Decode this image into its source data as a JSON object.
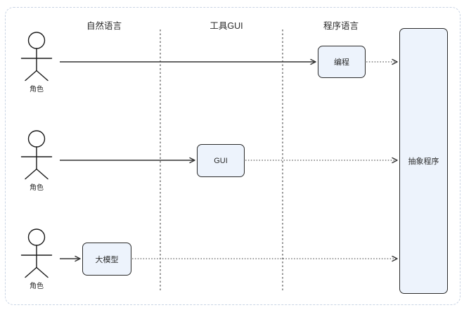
{
  "columns": [
    {
      "label": "自然语言"
    },
    {
      "label": "工具GUI"
    },
    {
      "label": "程序语言"
    }
  ],
  "lanes": [
    {
      "actor": "角色",
      "node": "编程"
    },
    {
      "actor": "角色",
      "node": "GUI"
    },
    {
      "actor": "角色",
      "node": "大模型"
    }
  ],
  "target": {
    "label": "抽象程序"
  },
  "colors": {
    "node_fill": "#edf3fc",
    "node_border": "#2b2b2b",
    "line": "#333333",
    "page_border": "#c9d4e4",
    "text": "#2b2b2b"
  }
}
